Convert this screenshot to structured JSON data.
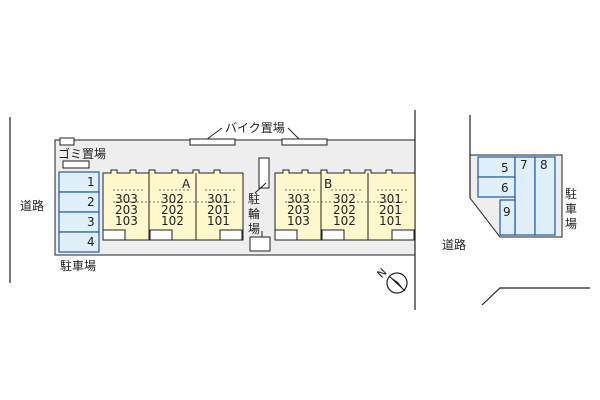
{
  "labels": {
    "bike_parking": "バイク置場",
    "garbage": "ゴミ置場",
    "road_left": "道路",
    "road_right": "道路",
    "parking_bottom": "駐車場",
    "parking_right": "駐車場",
    "bicycle_parking": "駐輪場",
    "building_a": "A",
    "building_b": "B"
  },
  "parking_left": [
    "1",
    "2",
    "3",
    "4"
  ],
  "parking_right": [
    "5",
    "6",
    "7",
    "8",
    "9"
  ],
  "building_a_units": [
    [
      "303",
      "203",
      "103"
    ],
    [
      "302",
      "202",
      "102"
    ],
    [
      "301",
      "201",
      "101"
    ]
  ],
  "building_b_units": [
    [
      "303",
      "203",
      "103"
    ],
    [
      "302",
      "202",
      "102"
    ],
    [
      "301",
      "201",
      "101"
    ]
  ],
  "colors": {
    "site_fill": "#eeeeee",
    "building_fill": "#fff8cc",
    "parking_fill": "#dff0fb",
    "parking_stroke": "#1f5aa8",
    "line": "#222222"
  },
  "icons": {
    "north": "north-arrow-icon"
  }
}
